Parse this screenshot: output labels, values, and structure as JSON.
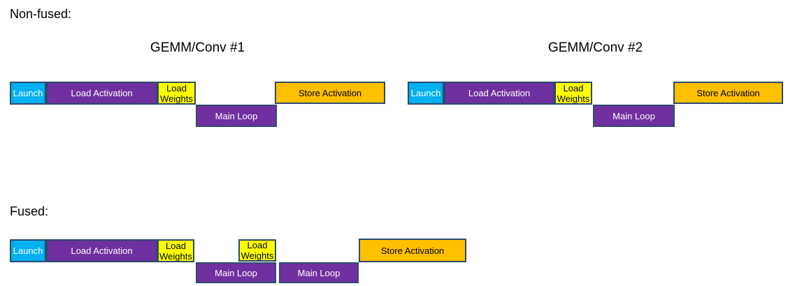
{
  "titles": {
    "nonfused": "Non-fused:",
    "fused": "Fused:"
  },
  "headings": {
    "gemm1": "GEMM/Conv #1",
    "gemm2": "GEMM/Conv #2"
  },
  "labels": {
    "launch": "Launch",
    "load_activation": "Load Activation",
    "load_weights": "Load Weights",
    "main_loop": "Main Loop",
    "store_activation": "Store Activation"
  },
  "colors": {
    "launch_fill": "#00b0f0",
    "activation_fill": "#7030a0",
    "weights_fill": "#ffff00",
    "store_fill": "#ffc000",
    "block_border": "#2e4a6e",
    "text_on_dark": "#ffffff",
    "text_on_light": "#000000",
    "background": "#ffffff"
  }
}
